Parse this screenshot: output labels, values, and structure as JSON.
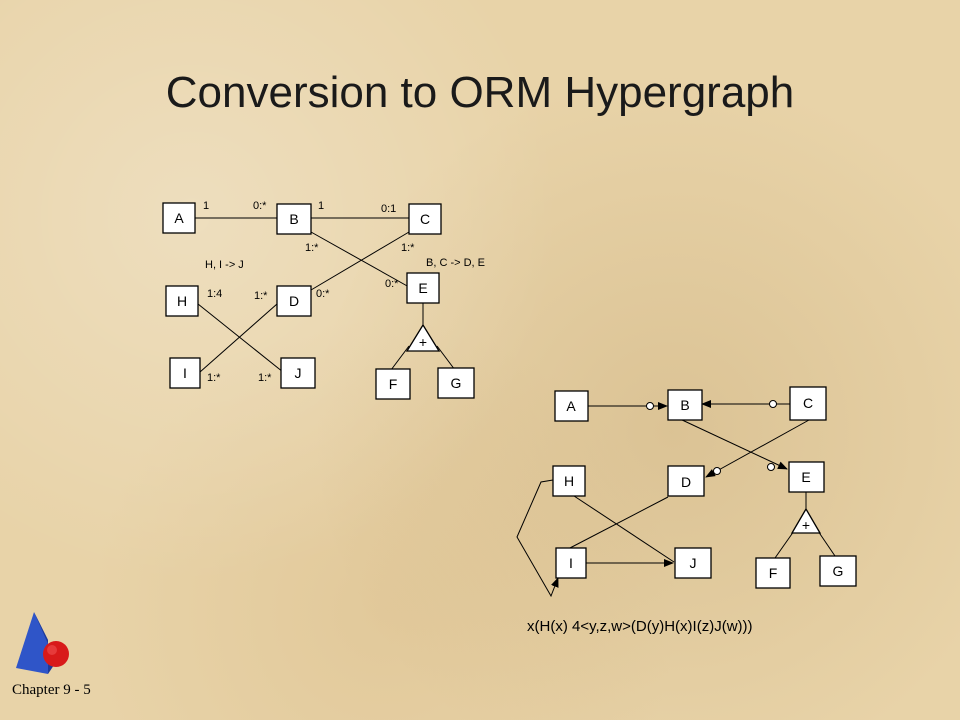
{
  "title": "Conversion to ORM Hypergraph",
  "footer": "Chapter 9 - 5",
  "formula": "x(H(x)  4<y,z,w>(D(y)H(x)I(z)J(w)))",
  "left_diagram": {
    "nodes": {
      "A": "A",
      "B": "B",
      "C": "C",
      "D": "D",
      "E": "E",
      "F": "F",
      "G": "G",
      "H": "H",
      "I": "I",
      "J": "J"
    },
    "labels": {
      "ab_a": "1",
      "ab_b": "0:*",
      "bc_b": "1",
      "bc_c": "0:1",
      "bd_b": "1:*",
      "cd_c": "1:*",
      "be_e": "0:*",
      "cd_d": "0:*",
      "fd_hij": "H, I  ->  J",
      "fd_bcde": "B, C  ->  D, E",
      "hj_h": "1:4",
      "id_d": "1:*",
      "ij_i": "1:*",
      "hj_j": "1:*"
    },
    "isa_symbol": "+"
  },
  "right_diagram": {
    "nodes": {
      "A": "A",
      "B": "B",
      "C": "C",
      "D": "D",
      "E": "E",
      "F": "F",
      "G": "G",
      "H": "H",
      "I": "I",
      "J": "J"
    },
    "isa_symbol": "+"
  },
  "colors": {
    "logo_blue": "#2f55c8",
    "logo_red": "#d81a1a",
    "background": "#e8d3a8"
  }
}
